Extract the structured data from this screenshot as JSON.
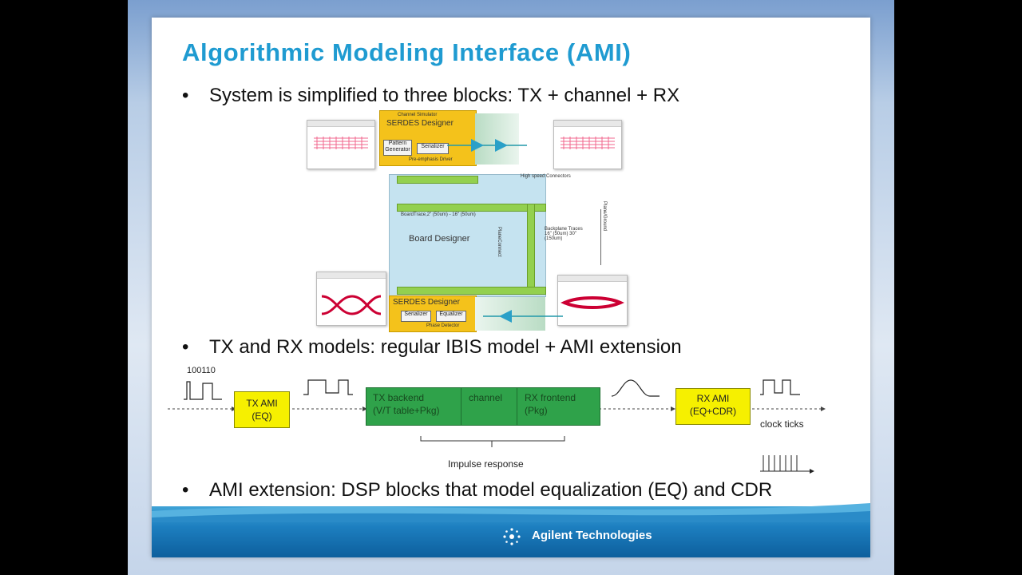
{
  "slide": {
    "title": "Algorithmic Modeling Interface (AMI)",
    "bullets": [
      {
        "marker": "•",
        "text": "System is simplified to three blocks: TX + channel + RX"
      },
      {
        "marker": "•",
        "text": "TX and RX models: regular IBIS model + AMI extension"
      },
      {
        "marker": "•",
        "text": "AMI extension: DSP blocks that model equalization (EQ) and CDR"
      }
    ]
  },
  "system_diagram": {
    "top_serdes": {
      "title": "SERDES Designer",
      "header": "Channel Simulator",
      "pattern": "Pattern Generator",
      "serializer": "Serializer",
      "footer": "Pre-emphasis Driver"
    },
    "bottom_serdes": {
      "title": "SERDES Designer",
      "serializer": "Serializer",
      "equalizer": "Equalizer",
      "footer": "Phase Detector"
    },
    "board": {
      "label": "Board Designer",
      "trace_label": "BoardTrace,2\" (50um) - 16\" (50um)",
      "connector_label": "High speed Connectors",
      "backplane_label": "Backplane Traces 16\" (50um) 30\" (150um)",
      "side_label": "PlaneConnect",
      "right_label": "Plane/Ground"
    }
  },
  "flow_diagram": {
    "bits": "100110",
    "tx_ami": {
      "line1": "TX AMI",
      "line2": "(EQ)"
    },
    "channel_block": [
      {
        "line1": "TX backend",
        "line2": "(V/T table+Pkg)"
      },
      {
        "line1": "channel",
        "line2": ""
      },
      {
        "line1": "RX frontend",
        "line2": "(Pkg)"
      }
    ],
    "rx_ami": {
      "line1": "RX AMI",
      "line2": "(EQ+CDR)"
    },
    "impulse_label": "Impulse response",
    "clock_label": "clock ticks"
  },
  "footer": {
    "company": "Agilent Technologies",
    "colors": {
      "footer_blue": "#1d7fc0",
      "title_blue": "#1f9bd1",
      "block_green": "#2fa24a",
      "block_yellow": "#f6f000"
    }
  }
}
